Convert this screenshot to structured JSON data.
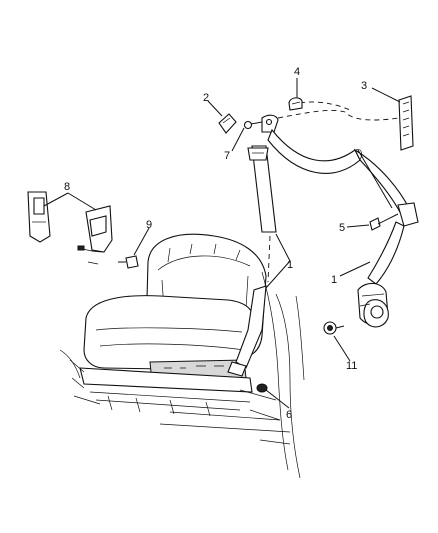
{
  "callouts": {
    "c1a": "1",
    "c1b": "1",
    "c2": "2",
    "c3": "3",
    "c4": "4",
    "c5": "5",
    "c6": "6",
    "c7": "7",
    "c8": "8",
    "c9": "9",
    "c11": "11"
  }
}
